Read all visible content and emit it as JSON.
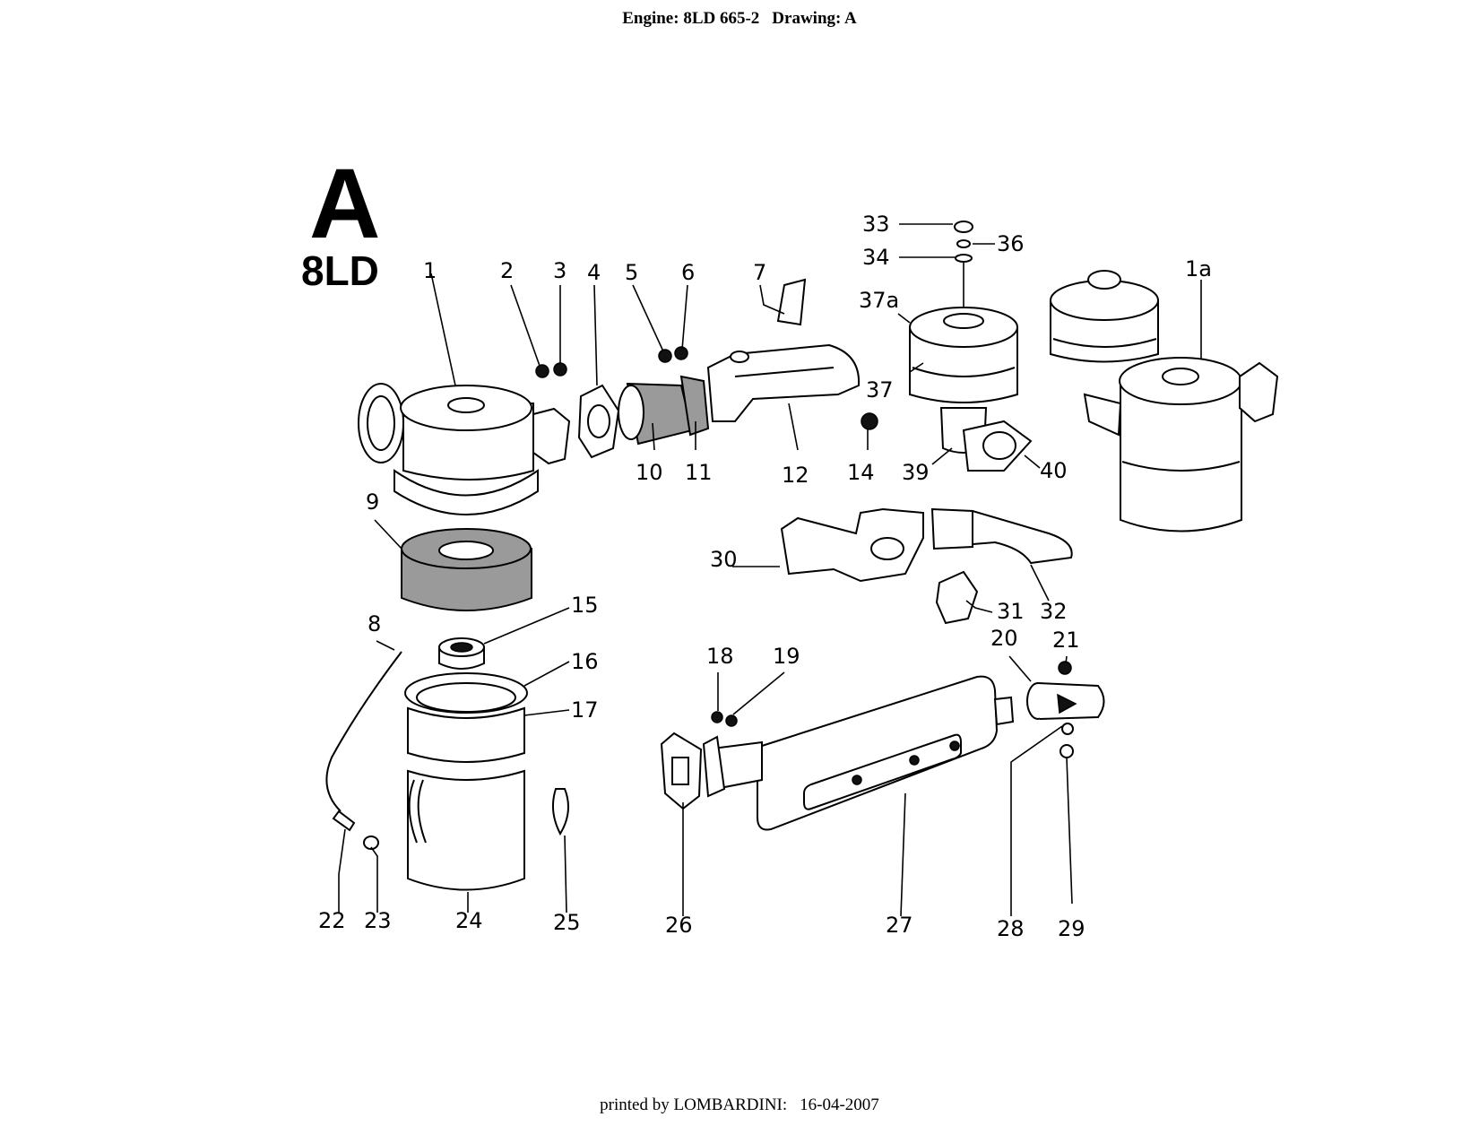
{
  "header": {
    "engine": "Engine: 8LD 665-2",
    "drawing": "Drawing: A"
  },
  "diagram": {
    "letter": "A",
    "model": "8LD",
    "callouts": {
      "c1": "1",
      "c2": "2",
      "c3": "3",
      "c4": "4",
      "c5": "5",
      "c6": "6",
      "c7": "7",
      "c8": "8",
      "c9": "9",
      "c10": "10",
      "c11": "11",
      "c12": "12",
      "c14": "14",
      "c15": "15",
      "c16": "16",
      "c17": "17",
      "c18": "18",
      "c19": "19",
      "c20": "20",
      "c21": "21",
      "c22": "22",
      "c23": "23",
      "c24": "24",
      "c25": "25",
      "c26": "26",
      "c27": "27",
      "c28": "28",
      "c29": "29",
      "c30": "30",
      "c31": "31",
      "c32": "32",
      "c33": "33",
      "c34": "34",
      "c36": "36",
      "c37": "37",
      "c37a": "37a",
      "c39": "39",
      "c40": "40",
      "c1a": "1a"
    }
  },
  "footer": {
    "printed_by": "printed by LOMBARDINI:",
    "date": "16-04-2007"
  }
}
